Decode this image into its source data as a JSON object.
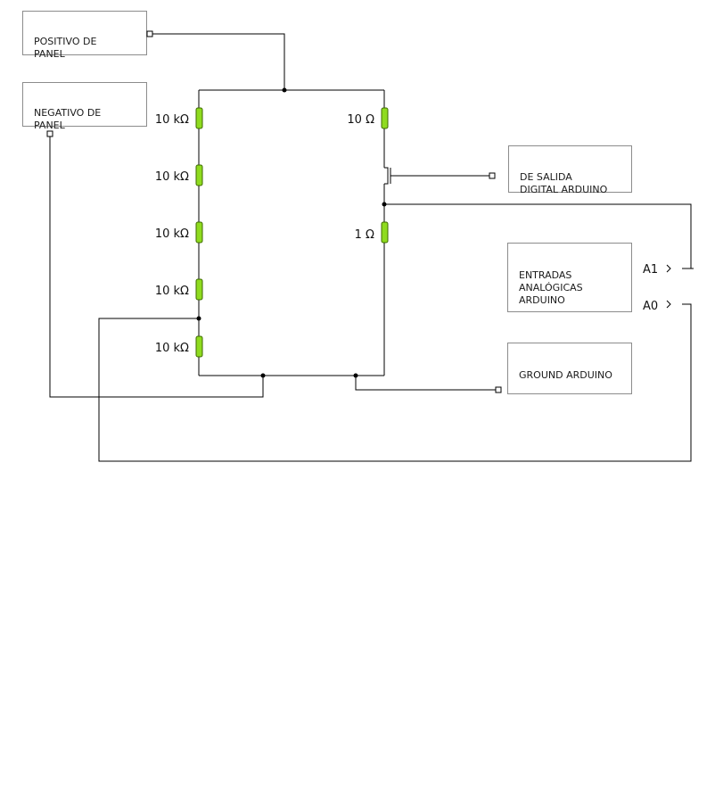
{
  "labels": {
    "positivo": "POSITIVO DE\nPANEL",
    "negativo": "NEGATIVO DE\nPANEL",
    "salida": "DE SALIDA\nDIGITAL ARDUINO",
    "entradas": "ENTRADAS\nANALÓGICAS\nARDUINO",
    "ground": "GROUND ARDUINO"
  },
  "resistors": {
    "r1": "10 kΩ",
    "r2": "10 kΩ",
    "r3": "10 kΩ",
    "r4": "10 kΩ",
    "r5": "10 kΩ",
    "r6": "10 Ω",
    "r7": "1 Ω"
  },
  "pins": {
    "a1": "A1",
    "a0": "A0"
  }
}
